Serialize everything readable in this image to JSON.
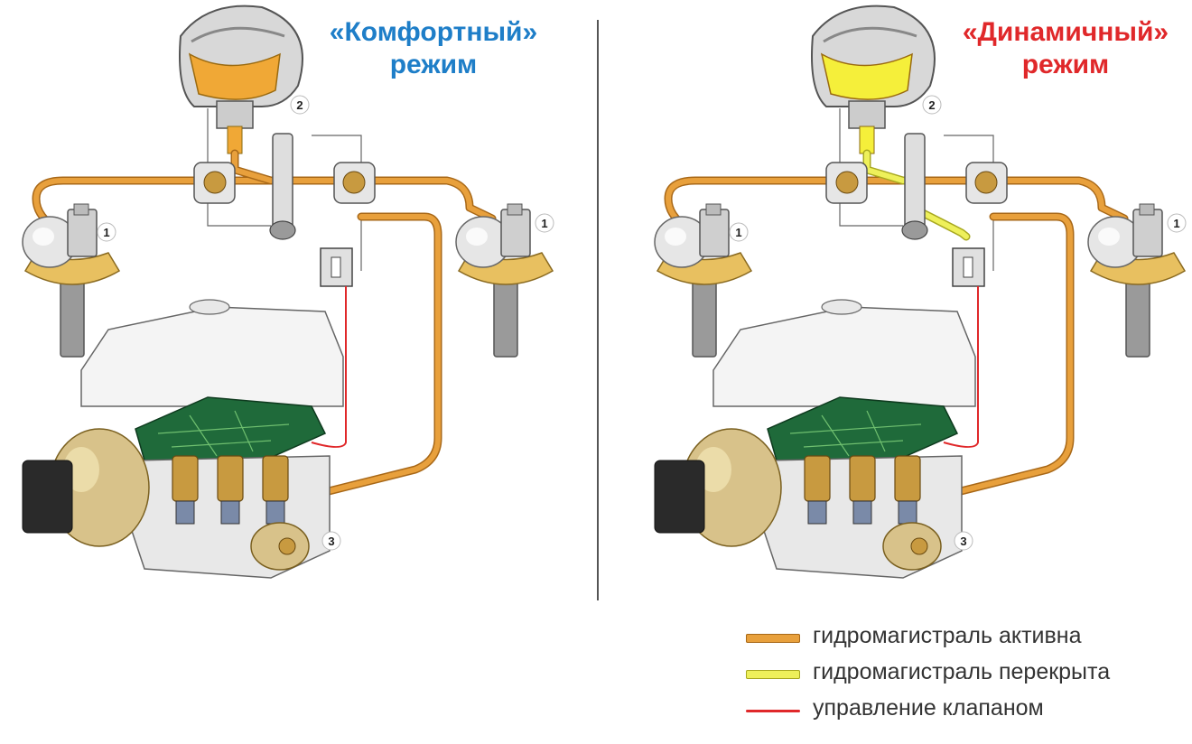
{
  "titles": {
    "comfort": [
      "«Комфортный»",
      "режим"
    ],
    "dynamic": [
      "«Динамичный»",
      "режим"
    ]
  },
  "panels": {
    "comfort": {
      "labels": [
        "1",
        "1",
        "2",
        "3"
      ],
      "accumulator_fill": "orange"
    },
    "dynamic": {
      "labels": [
        "1",
        "1",
        "2",
        "3"
      ],
      "accumulator_fill": "yellow"
    }
  },
  "legend": [
    {
      "label": "гидромагистраль активна",
      "color": "#e8a03c"
    },
    {
      "label": "гидромагистраль перекрыта",
      "color": "#eef05a"
    },
    {
      "label": "управление клапаном",
      "color": "#e0282a"
    }
  ],
  "colors": {
    "active_line": "#e8a03c",
    "active_line_edge": "#a86818",
    "closed_line": "#eef05a",
    "closed_line_edge": "#a8a820",
    "control_line": "#e0282a",
    "divider": "#555555",
    "board": "#1f6a3a",
    "metal": "#d8d8d8",
    "brass": "#c89a40"
  }
}
